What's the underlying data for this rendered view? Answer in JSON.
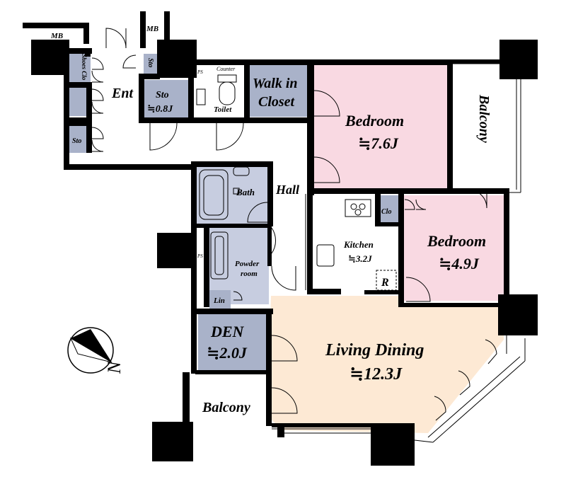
{
  "colors": {
    "bedroom": "#f9d9e2",
    "living": "#fde9d4",
    "utility": "#a9b2c9",
    "den": "#a9b2c9",
    "wall": "#000000"
  },
  "labels": {
    "mb_left": "MB",
    "mb_top": "MB",
    "shoes_clo": "Shoes Clo",
    "sto_small": "Sto",
    "sto_lower": "Sto",
    "ent": "Ent",
    "sto_main": "Sto",
    "sto_area": "≒0.8J",
    "ps_top": "PS",
    "counter": "Counter",
    "toilet": "Toilet",
    "walk_in_1": "Walk in",
    "walk_in_2": "Closet",
    "bedroom1": "Bedroom",
    "bedroom1_area": "≒7.6J",
    "balcony_right": "Balcony",
    "bath": "Bath",
    "hall": "Hall",
    "clo": "Clo",
    "bedroom2": "Bedroom",
    "bedroom2_area": "≒4.9J",
    "kitchen": "Kitchen",
    "kitchen_area": "≒3.2J",
    "r_mark": "R",
    "ps_mid": "PS",
    "powder_1": "Powder",
    "powder_2": "room",
    "lin": "Lin",
    "den": "DEN",
    "den_area": "≒2.0J",
    "living": "Living Dining",
    "living_area": "≒12.3J",
    "balcony_bottom": "Balcony",
    "north": "N"
  }
}
